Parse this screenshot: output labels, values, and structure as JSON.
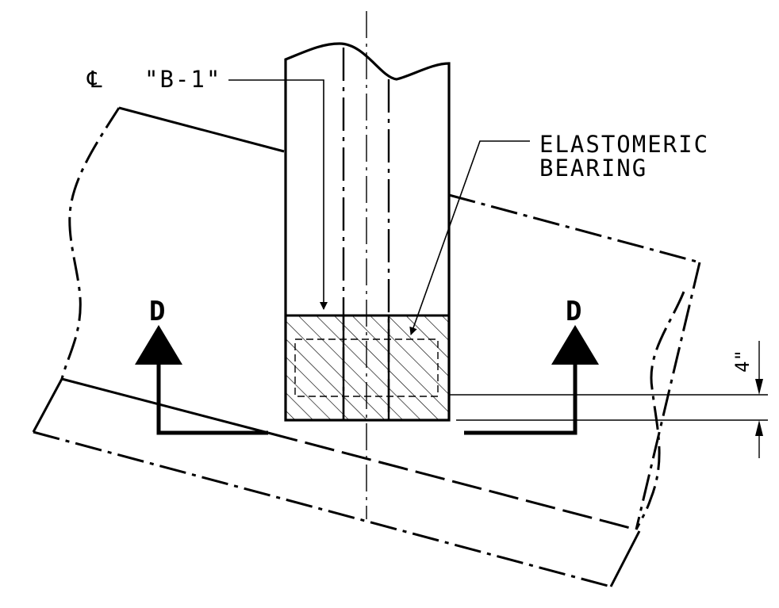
{
  "plate_label": "℄",
  "bearing_mark": "\"B-1\"",
  "callout": {
    "line1": "ELASTOMERIC",
    "line2": "BEARING"
  },
  "section_left": "D",
  "section_right": "D",
  "dimension": "4\"",
  "colors": {
    "line": "#000000",
    "background": "#ffffff"
  }
}
